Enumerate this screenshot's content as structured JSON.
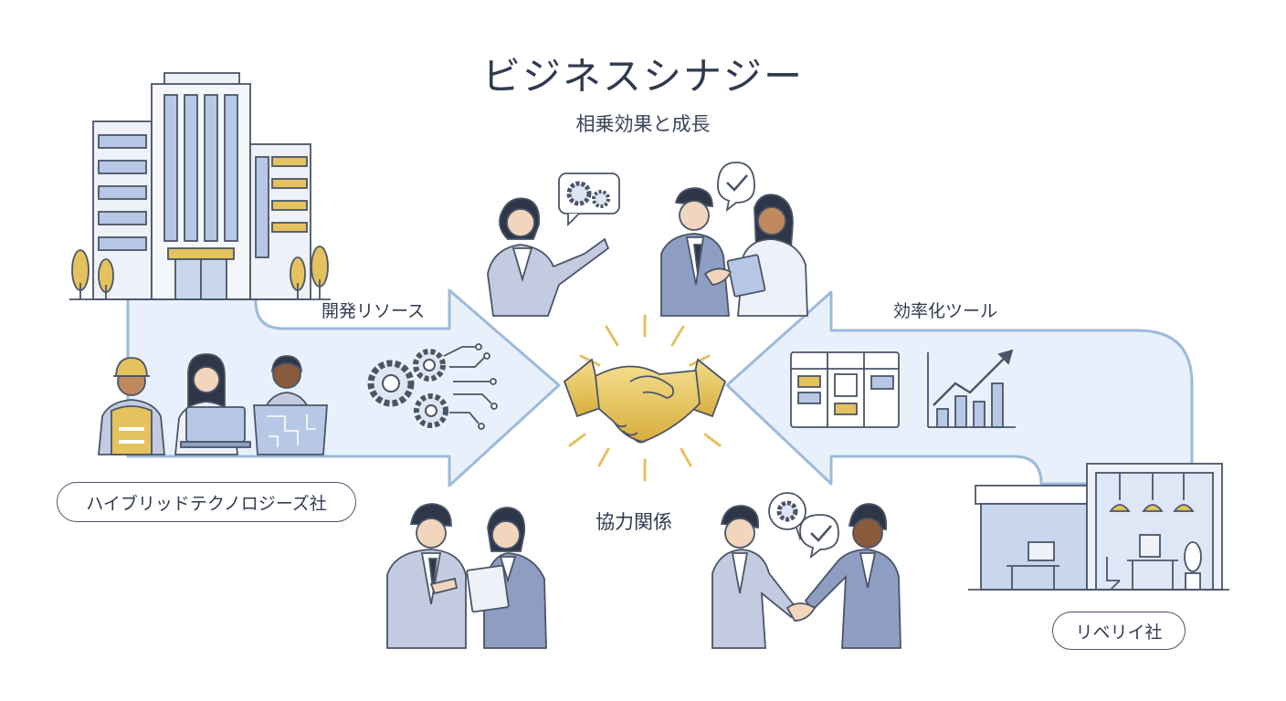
{
  "title": "ビジネスシナジー",
  "subtitle": "相乗効果と成長",
  "left_company": "ハイブリッドテクノロジーズ社",
  "right_company": "リベリイ社",
  "left_flow_label": "開発リソース",
  "right_flow_label": "効率化ツール",
  "center_label": "協力関係",
  "colors": {
    "arrow_fill": "#e8f1fb",
    "arrow_stroke": "#9dbadb",
    "line": "#4a5568",
    "suit": "#c3cbe0",
    "suit_dark": "#8e9ec2",
    "gold": "#e4c25e",
    "glass": "#b6c8e6"
  },
  "icons": [
    "building-icon",
    "storefront-icon",
    "handshake-icon",
    "gears-icon",
    "kanban-board-icon",
    "growth-chart-icon",
    "checkmark-icon"
  ]
}
